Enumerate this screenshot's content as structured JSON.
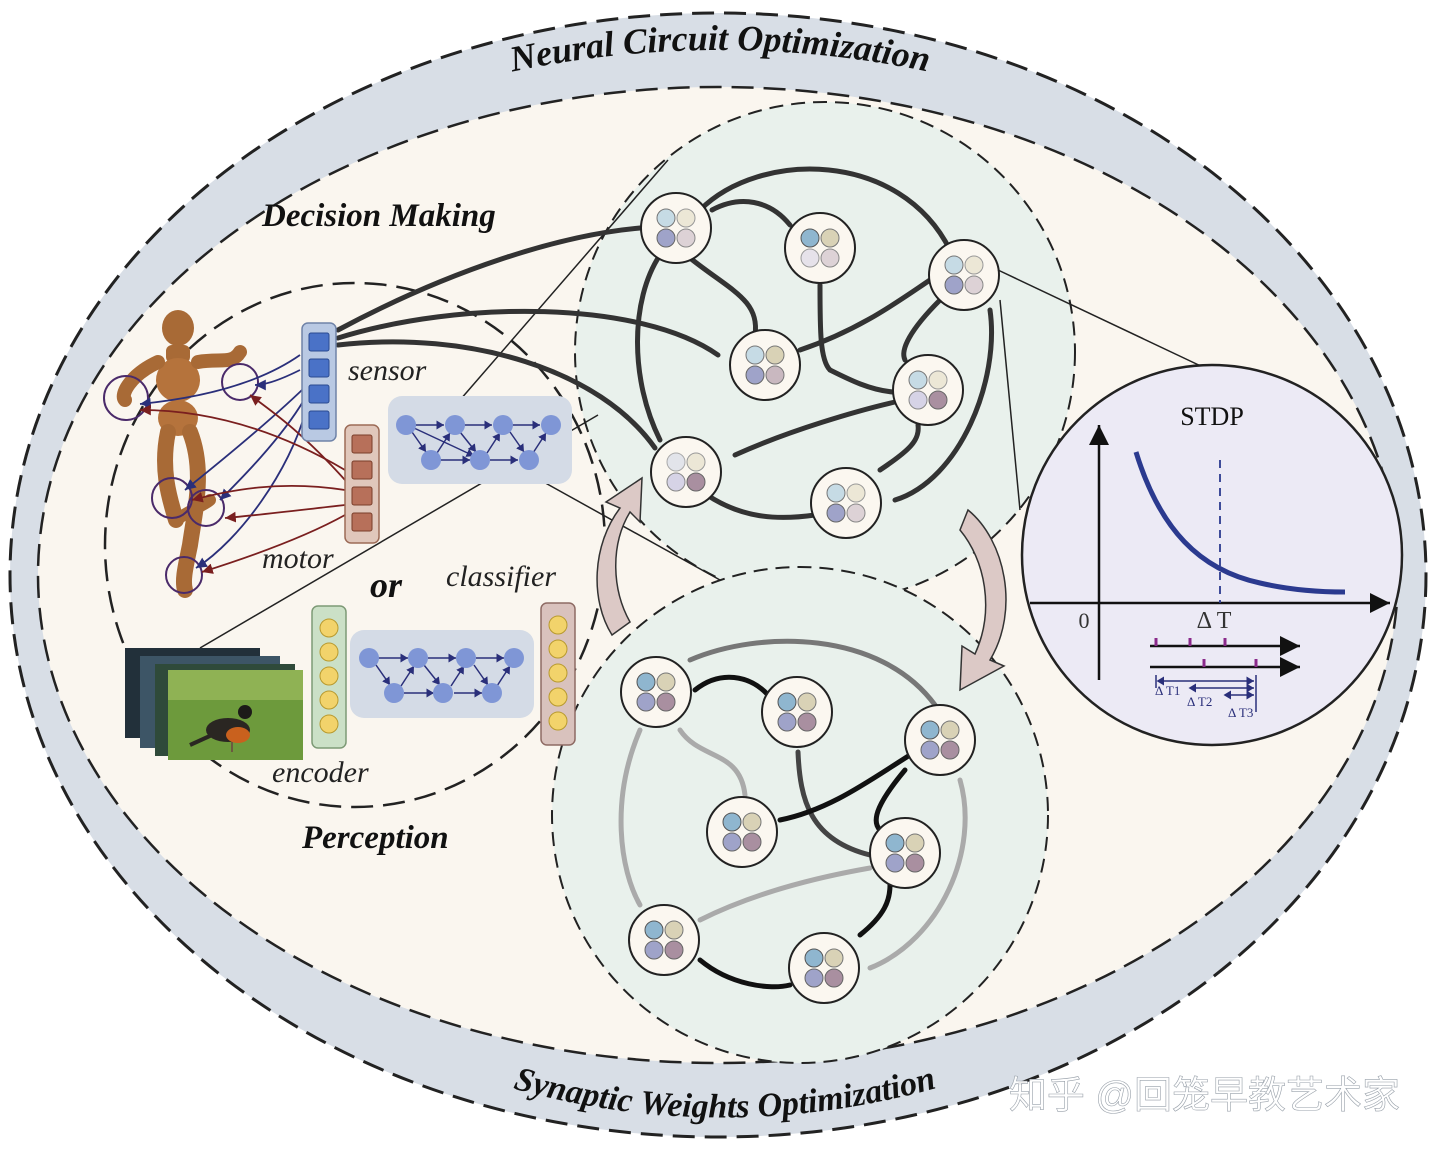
{
  "titles": {
    "top": "Neural Circuit Optimization",
    "bottom": "Synaptic Weights Optimization"
  },
  "labels": {
    "decision_making": "Decision Making",
    "perception": "Perception",
    "sensor": "sensor",
    "motor": "motor",
    "or": "or",
    "classifier": "classifier",
    "encoder": "encoder"
  },
  "stdp": {
    "title": "STDP",
    "origin": "0",
    "delta_t": "Δ T",
    "dt1": "Δ T1",
    "dt2": "Δ T2",
    "dt3": "Δ T3"
  },
  "watermark": "知乎 @回笼早教艺术家",
  "colors": {
    "outer_ring": "#d8dee6",
    "inner_fill": "#faf6ef",
    "circuit_fill": "#e9f1ec",
    "stdp_fill": "#eceaf5",
    "stdp_curve": "#2b3a8f",
    "node_blue": "#7f96d6",
    "sensor_cell": "#4a72c7",
    "motor_cell": "#b7705a",
    "yellow_cell": "#f2d36b"
  }
}
